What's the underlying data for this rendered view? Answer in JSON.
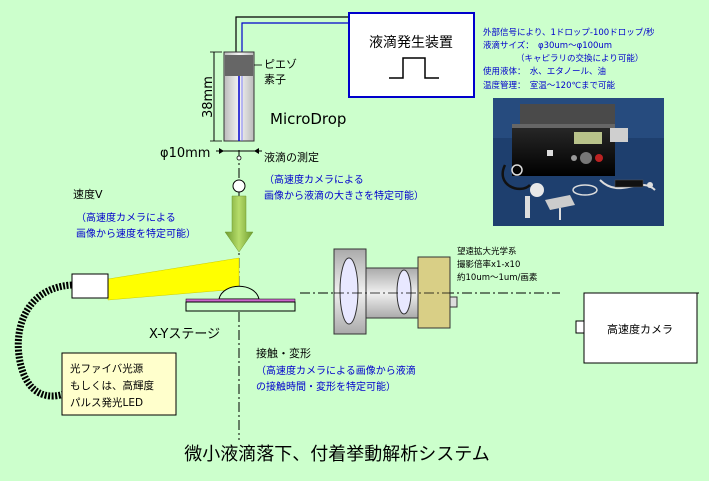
{
  "generator": {
    "title": "液滴発生装置"
  },
  "specs": {
    "line1": "外部信号により、1ドロップ-100ドロップ/秒",
    "line2": "液滴サイズ：　φ30um～φ100um",
    "line3": "（キャピラリの交換により可能）",
    "line4": "使用液体：　水、エタノール、油",
    "line5": "温度管理：　室温～120℃まで可能"
  },
  "nozzle": {
    "piezo_line1": "ピエゾ",
    "piezo_line2": "素子",
    "name": "MicroDrop",
    "height_label": "38mm",
    "width_label": "φ10mm"
  },
  "measurement": {
    "title": "液滴の測定",
    "line1": "（高速度カメラによる",
    "line2": "画像から液滴の大きさを特定可能）"
  },
  "velocity": {
    "title": "速度V",
    "line1": "（高速度カメラによる",
    "line2": "画像から速度を特定可能）"
  },
  "optics": {
    "line1": "望遠拡大光学系",
    "line2": "撮影倍率x1-x10",
    "line3": "約10um～1um/画素"
  },
  "camera": {
    "label": "高速度カメラ"
  },
  "stage": {
    "label": "X-Yステージ"
  },
  "light_source": {
    "line1": "光ファイバ光源",
    "line2": "もしくは、高輝度",
    "line3": "パルス発光LED"
  },
  "contact": {
    "title": "接触・変形",
    "line1": "（高速度カメラによる画像から液滴",
    "line2": "の接触時間・変形を特定可能）"
  },
  "caption": "微小液滴落下、付着挙動解析システム",
  "colors": {
    "background": "#ccffcc",
    "accent_text": "#0000cc",
    "drop_arrow": "#99cc55",
    "light_beam": "#ffff00",
    "label_box": "#ffffcc"
  }
}
